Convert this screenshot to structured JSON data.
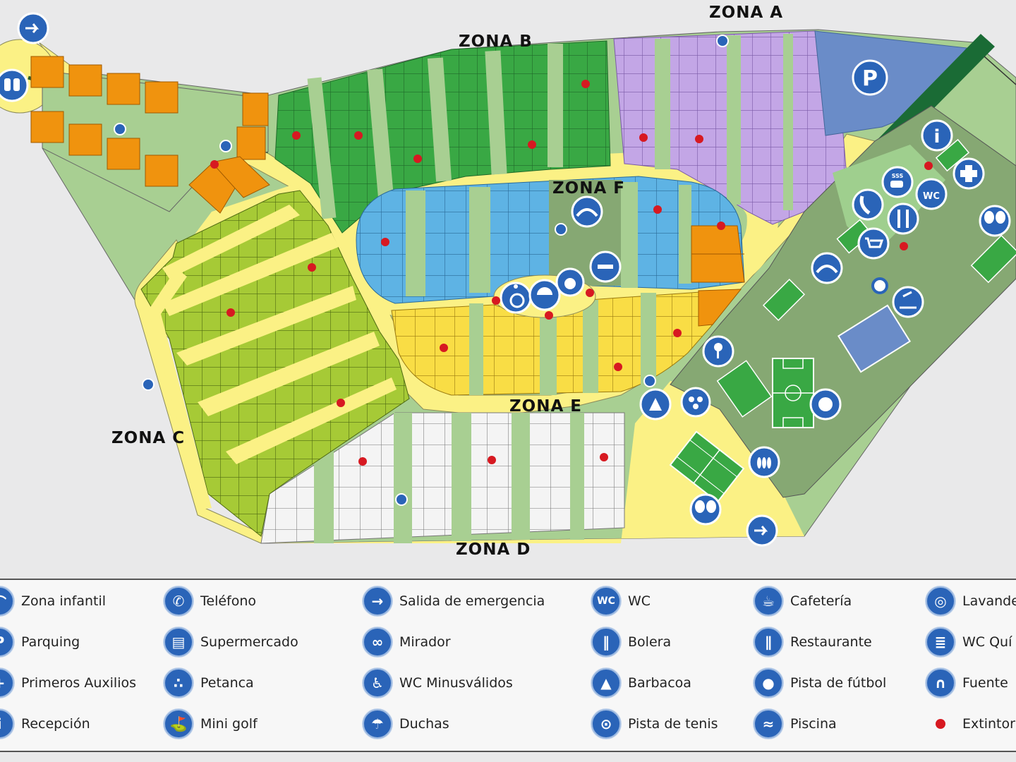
{
  "zones": {
    "a": "ZONA A",
    "b": "ZONA B",
    "c": "ZONA C",
    "d": "ZONA D",
    "e": "ZONA E",
    "f": "ZONA F"
  },
  "map_icons": {
    "parking_letter": "P",
    "info_letter": "i",
    "cafe_text": "SSS",
    "wc_text": "WC"
  },
  "colors": {
    "zone_a": "#c3a6e6",
    "zone_b": "#39a844",
    "zone_c": "#a6ca36",
    "zone_d": "#f2f2f2",
    "zone_e": "#f9dd45",
    "zone_f": "#5eb3e4",
    "bungalows": "#f0930e",
    "roads": "#fbf185",
    "green": "#a8cf92",
    "sports": "#86a873",
    "parking": "#6a8cc8",
    "icon": "#2a64b8",
    "extinguisher": "#d71921"
  },
  "legend": {
    "zona_infantil": "Zona infantil",
    "parquing": "Parquing",
    "primeros_auxilios": "Primeros Auxilios",
    "recepcion": "Recepción",
    "telefono": "Teléfono",
    "supermercado": "Supermercado",
    "petanca": "Petanca",
    "mini_golf": "Mini golf",
    "salida_emergencia": "Salida de emergencia",
    "mirador": "Mirador",
    "wc_minusvalidos": "WC Minusválidos",
    "duchas": "Duchas",
    "wc": "WC",
    "bolera": "Bolera",
    "barbacoa": "Barbacoa",
    "pista_tenis": "Pista de tenis",
    "cafeteria": "Cafetería",
    "restaurante": "Restaurante",
    "pista_futbol": "Pista de fútbol",
    "piscina": "Piscina",
    "lavanderia": "Lavande",
    "wc_quimico": "WC Quí",
    "fuente": "Fuente",
    "extintor": "Extintor"
  },
  "legend_icons": {
    "zona_infantil": "swing-icon",
    "parquing": "parking-icon",
    "primeros_auxilios": "first-aid-icon",
    "recepcion": "info-icon",
    "telefono": "phone-icon",
    "supermercado": "cart-icon",
    "petanca": "petanque-icon",
    "mini_golf": "mini-golf-icon",
    "salida_emergencia": "emergency-exit-icon",
    "mirador": "binoculars-icon",
    "wc_minusvalidos": "wheelchair-icon",
    "duchas": "shower-icon",
    "wc": "wc-icon",
    "bolera": "bowling-icon",
    "barbacoa": "barbecue-icon",
    "pista_tenis": "tennis-icon",
    "cafeteria": "coffee-icon",
    "restaurante": "restaurant-icon",
    "pista_futbol": "football-icon",
    "piscina": "pool-icon",
    "lavanderia": "laundry-icon",
    "wc_quimico": "chemical-wc-icon",
    "fuente": "fountain-icon",
    "extintor": "extinguisher-dot"
  }
}
